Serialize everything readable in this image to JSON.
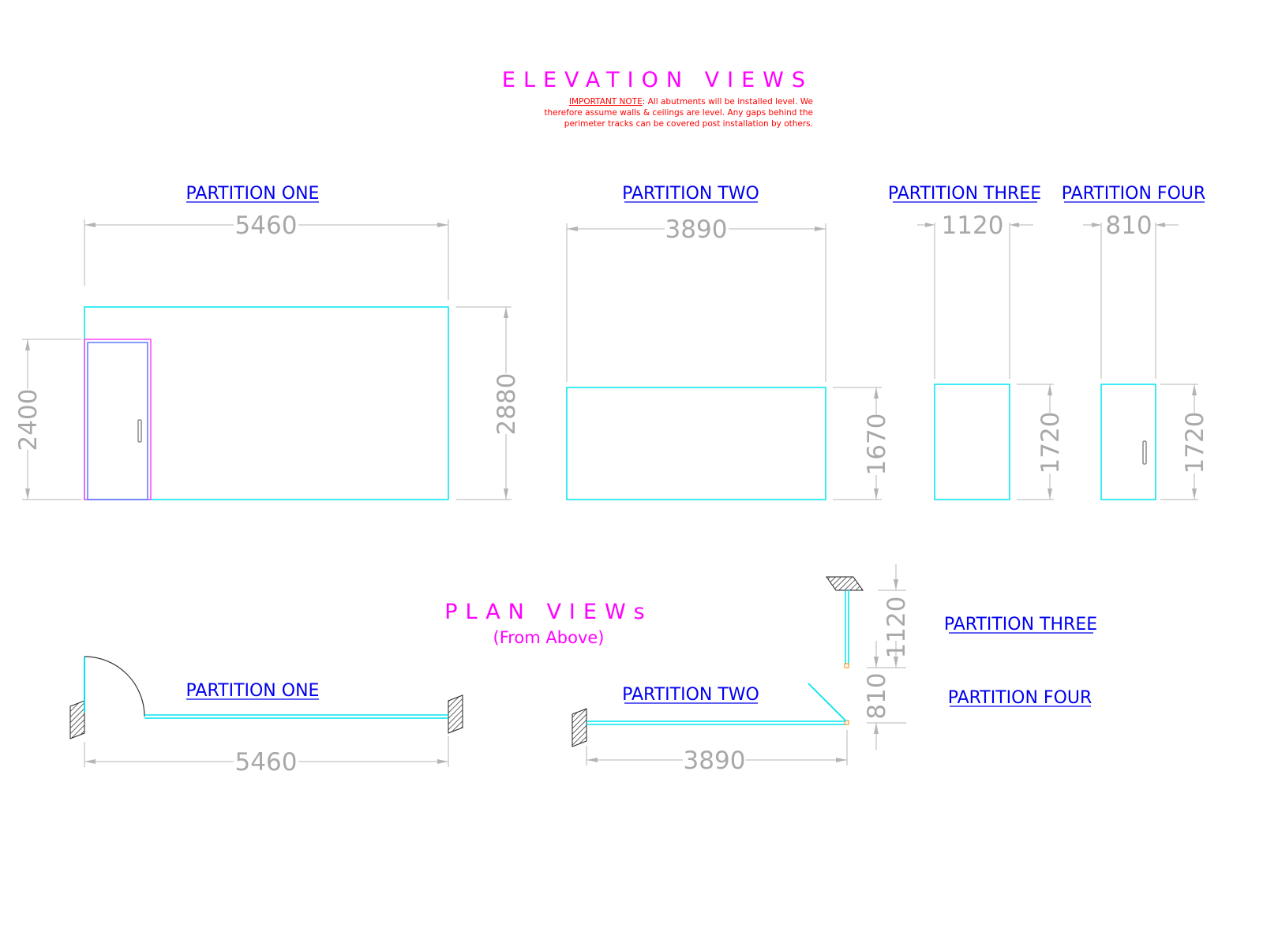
{
  "elevation": {
    "title": "ELEVATION VIEWS",
    "note": {
      "label": "IMPORTANT NOTE",
      "line1": ": All abutments will be installed level. We",
      "line2": "therefore assume walls & ceilings are level. Any gaps behind the",
      "line3": "perimeter tracks can be covered post installation by others."
    },
    "partitions": [
      {
        "label": "PARTITION ONE",
        "width": "5460",
        "height": "2880",
        "door_height": "2400"
      },
      {
        "label": "PARTITION TWO",
        "width": "3890",
        "height": "1670"
      },
      {
        "label": "PARTITION THREE",
        "width": "1120",
        "height": "1720"
      },
      {
        "label": "PARTITION FOUR",
        "width": "810",
        "height": "1720"
      }
    ]
  },
  "plan": {
    "title": "PLAN VIEWs",
    "subtitle": "(From Above)",
    "partition_one": {
      "label": "PARTITION ONE",
      "length": "5460"
    },
    "partition_two": {
      "label": "PARTITION TWO",
      "length": "3890"
    },
    "partition_three": {
      "label": "PARTITION THREE",
      "length": "1120"
    },
    "partition_four": {
      "label": "PARTITION FOUR",
      "length": "810"
    }
  },
  "colors": {
    "heading": "#ff00ff",
    "note": "#ff0000",
    "partition_label": "#0000ee",
    "dimension": "#a8a8a8",
    "panel_outline": "#00e5f0",
    "door_frame": "#ff44ff"
  }
}
